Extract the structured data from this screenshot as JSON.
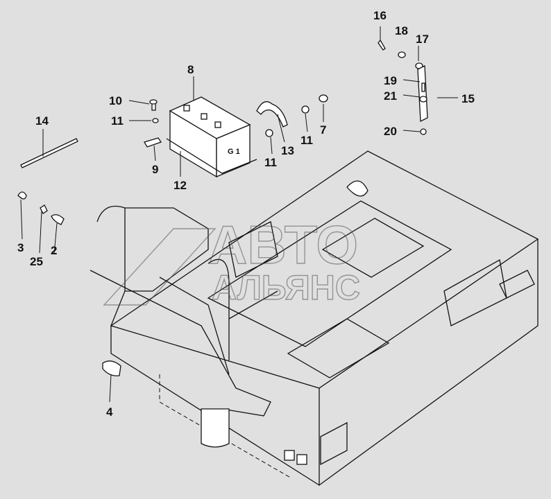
{
  "diagram": {
    "callouts": [
      "16",
      "18",
      "17",
      "8",
      "19",
      "21",
      "15",
      "10",
      "11",
      "7",
      "14",
      "20",
      "13",
      "11",
      "11",
      "9",
      "12",
      "3",
      "25",
      "2",
      "4"
    ],
    "battery_marking": "G 1",
    "watermark": {
      "line1": "АВТО",
      "line2": "АЛЬЯНС"
    }
  }
}
